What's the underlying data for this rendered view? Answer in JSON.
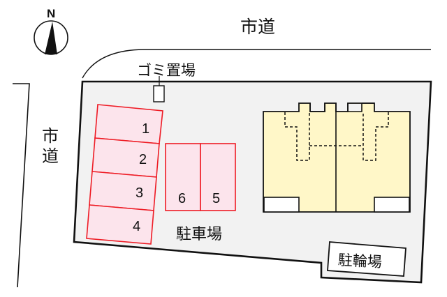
{
  "compass": {
    "label": "N"
  },
  "roads": {
    "north": {
      "label": "市道"
    },
    "west": {
      "label_top": "市",
      "label_bottom": "道"
    }
  },
  "garbage_area": {
    "label": "ゴミ置場"
  },
  "parking": {
    "label": "駐車場",
    "spaces": [
      {
        "number": "1"
      },
      {
        "number": "2"
      },
      {
        "number": "3"
      },
      {
        "number": "4"
      },
      {
        "number": "5"
      },
      {
        "number": "6"
      }
    ]
  },
  "bicycle_parking": {
    "label": "駐輪場"
  },
  "colors": {
    "lot_fill": "#f2f2f2",
    "parking_fill": "#fce4ec",
    "parking_stroke": "#ee1c25",
    "building_fill": "#fff7c8",
    "line": "#111111"
  }
}
